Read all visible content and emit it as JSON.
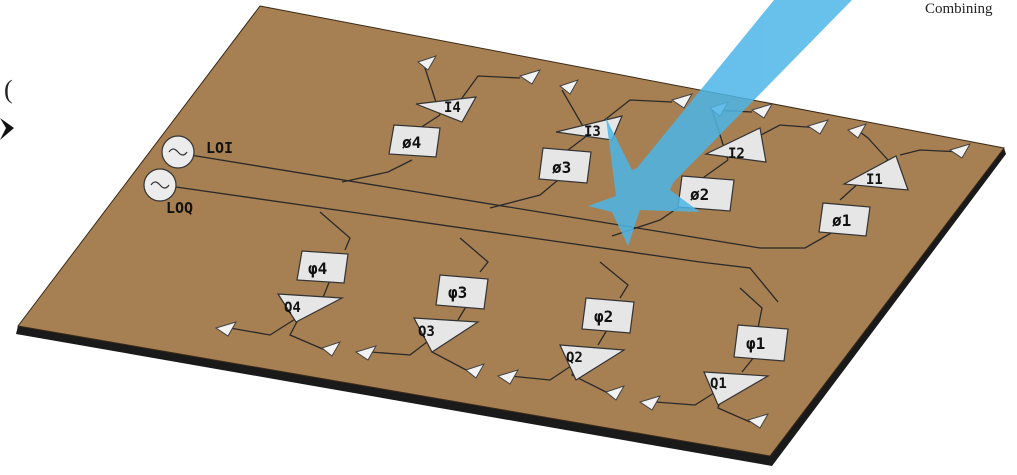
{
  "caption": "Combining",
  "left_symbol": "(",
  "oscillators": {
    "lo_i": {
      "label": "LOI"
    },
    "lo_q": {
      "label": "LOQ"
    }
  },
  "i_channels": [
    {
      "phase": "ø4",
      "amp": "I4"
    },
    {
      "phase": "ø3",
      "amp": "I3"
    },
    {
      "phase": "ø2",
      "amp": "I2"
    },
    {
      "phase": "ø1",
      "amp": "I1"
    }
  ],
  "q_channels": [
    {
      "phase": "φ4",
      "amp": "Q4"
    },
    {
      "phase": "φ3",
      "amp": "Q3"
    },
    {
      "phase": "φ2",
      "amp": "Q2"
    },
    {
      "phase": "φ1",
      "amp": "Q1"
    }
  ],
  "colors": {
    "board": "#a67f52",
    "board_shadow": "#1a1a1a",
    "beam": "#4cb6e8"
  }
}
